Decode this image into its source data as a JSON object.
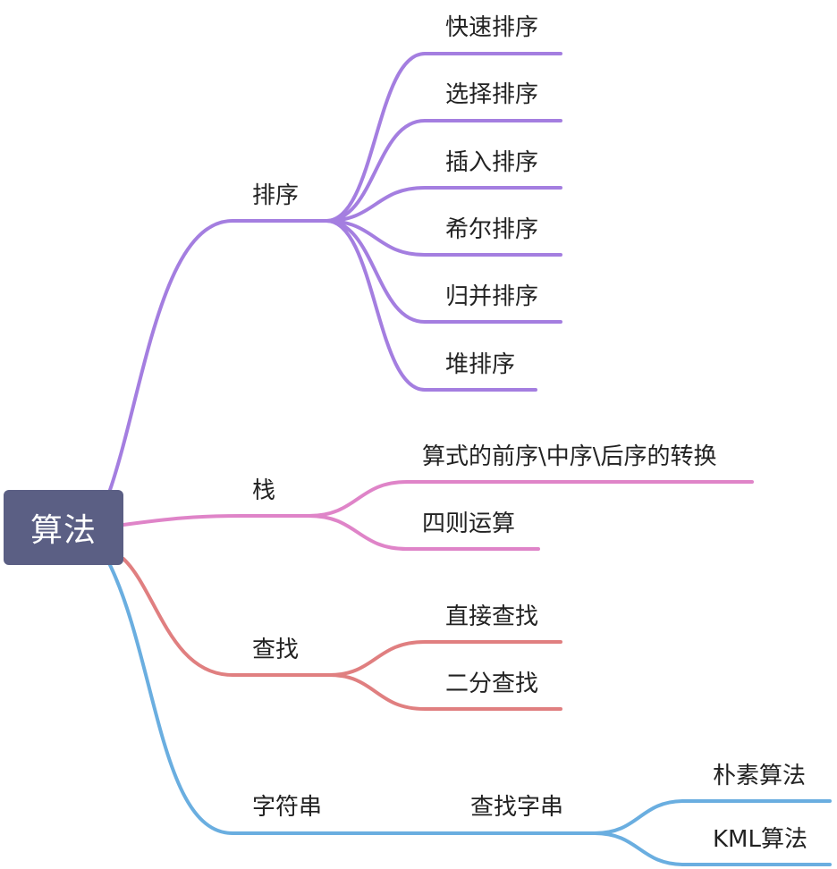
{
  "root": {
    "label": "算法"
  },
  "branches": [
    {
      "label": "排序",
      "color": "#a47ee0",
      "children": [
        {
          "label": "快速排序"
        },
        {
          "label": "选择排序"
        },
        {
          "label": "插入排序"
        },
        {
          "label": "希尔排序"
        },
        {
          "label": "归并排序"
        },
        {
          "label": "堆排序"
        }
      ]
    },
    {
      "label": "栈",
      "color": "#df84c8",
      "children": [
        {
          "label": "算式的前序\\中序\\后序的转换"
        },
        {
          "label": "四则运算"
        }
      ]
    },
    {
      "label": "查找",
      "color": "#e07f80",
      "children": [
        {
          "label": "直接查找"
        },
        {
          "label": "二分查找"
        }
      ]
    },
    {
      "label": "字符串",
      "color": "#6aaee0",
      "children": [
        {
          "label": "查找字串",
          "children": [
            {
              "label": "朴素算法"
            },
            {
              "label": "KML算法"
            }
          ]
        }
      ]
    }
  ]
}
